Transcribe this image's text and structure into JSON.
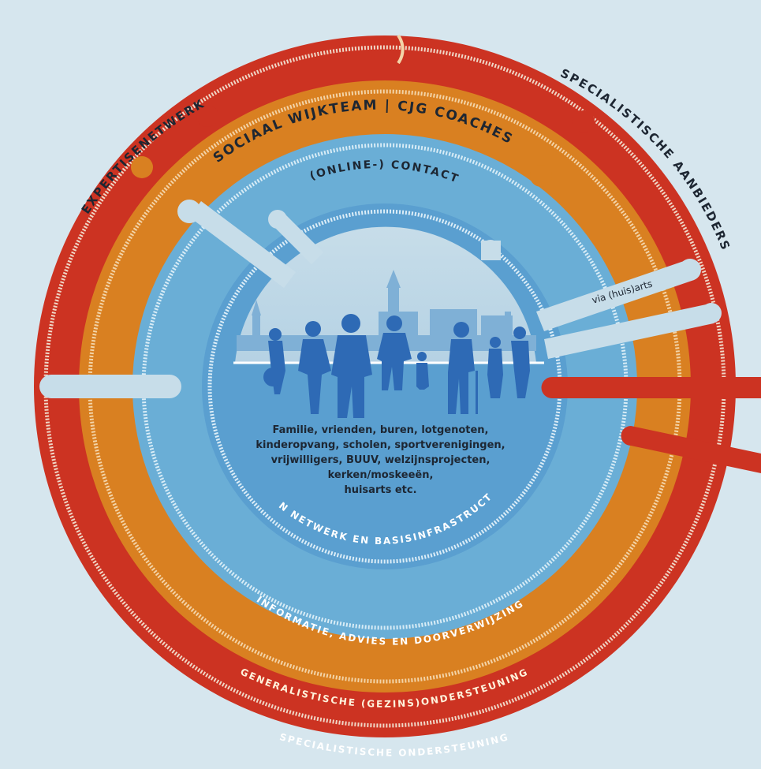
{
  "labels": {
    "sociaal_wijkteam": "SOCIAAL WIJKTEAM  |  CJG COACHES",
    "expertisenetwerk": "EXPERTISENETWERK",
    "specialistische_aanbieders": "SPECIALISTISCHE AANBIEDERS",
    "online_contact": "(ONLINE-) CONTACT",
    "via_huisarts": "via (huis)arts",
    "eigen_netwerk": "EIGEN NETWERK EN BASISINFRASTRUCTUUR",
    "informatie_advies": "INFORMATIE, ADVIES EN DOORVERWIJZING",
    "generalistische": "GENERALISTISCHE (GEZINS)ONDERSTEUNING",
    "specialistische_ondersteuning": "SPECIALISTISCHE ONDERSTEUNING"
  },
  "center_lines": [
    "Familie, vrienden, buren, lotgenoten,",
    "kinderopvang, scholen, sportverenigingen,",
    "vrijwilligers, BUUV, welzijnsprojecten,",
    "kerken/moskeeën,",
    "huisarts etc."
  ],
  "colors": {
    "background": "#d6e6ee",
    "red_ring": "#cc3322",
    "orange_ring": "#d98021",
    "blue_ring": "#6aaed6",
    "inner_blue": "#5a9fd0",
    "pale_blue": "#c7dde9",
    "silhouette": "#2e6ab5"
  }
}
